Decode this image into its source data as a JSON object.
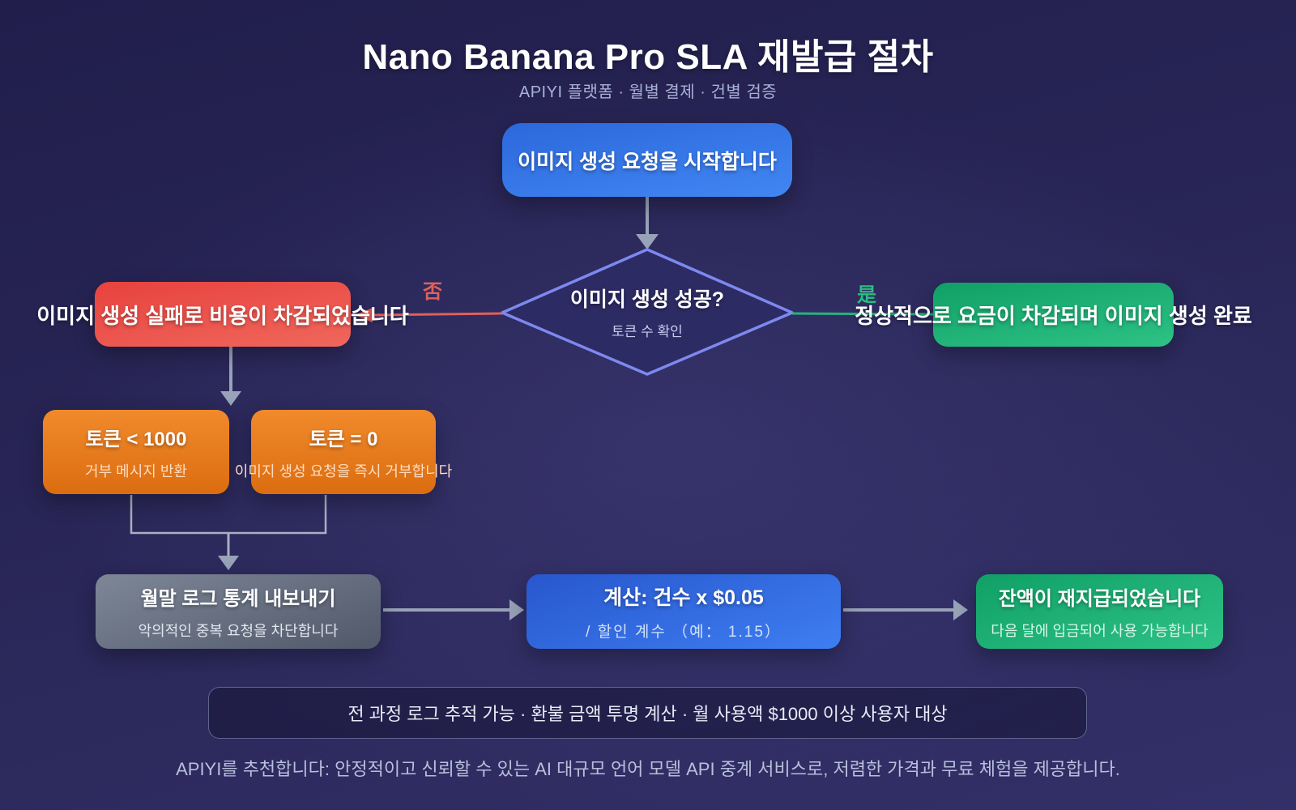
{
  "page": {
    "title": "Nano Banana Pro SLA 재발급 절차",
    "subtitle": "APIYI 플랫폼 · 월별 결제 · 건별 검증"
  },
  "flow": {
    "start": {
      "label": "이미지 생성 요청을 시작합니다"
    },
    "decision": {
      "title": "이미지 생성 성공?",
      "subtitle": "토큰 수 확인"
    },
    "branches": {
      "no": "否",
      "yes": "是"
    },
    "fail": {
      "label": "이미지 생성 실패로 비용이 차감되었습니다"
    },
    "success": {
      "label": "정상적으로 요금이 차감되며 이미지 생성 완료"
    },
    "token_lt_1000": {
      "title": "토큰 < 1000",
      "subtitle": "거부 메시지 반환"
    },
    "token_eq_0": {
      "title": "토큰 = 0",
      "subtitle": "이미지 생성 요청을 즉시 거부합니다"
    },
    "monthly_export": {
      "title": "월말 로그 통계 내보내기",
      "subtitle": "악의적인 중복 요청을 차단합니다"
    },
    "calculation": {
      "title": "계산: 건수 x $0.05",
      "subtitle": "/ 할인 계수 （예： 1.15）"
    },
    "refund": {
      "title": "잔액이 재지급되었습니다",
      "subtitle": "다음 달에 입금되어 사용 가능합니다"
    }
  },
  "notes_bar": {
    "text": "전 과정 로그 추적 가능 · 환불 금액 투명 계산 · 월 사용액 $1000 이상 사용자 대상"
  },
  "footer": {
    "text": "APIYI를 추천합니다: 안정적이고 신뢰할 수 있는 AI 대규모 언어 모델 API 중계 서비스로, 저렴한 가격과 무료 체험을 제공합니다."
  },
  "colors": {
    "background": "#292657",
    "no_branch": "#e0605c",
    "yes_branch": "#2abd81",
    "arrow": "#98a2b8",
    "diamond_border": "#7d89f0",
    "blue_node": "#3f87f4",
    "red_node": "#ee5f55",
    "green_node": "#1fb478",
    "orange_node": "#e87a1d",
    "gray_node": "#6b7485"
  }
}
